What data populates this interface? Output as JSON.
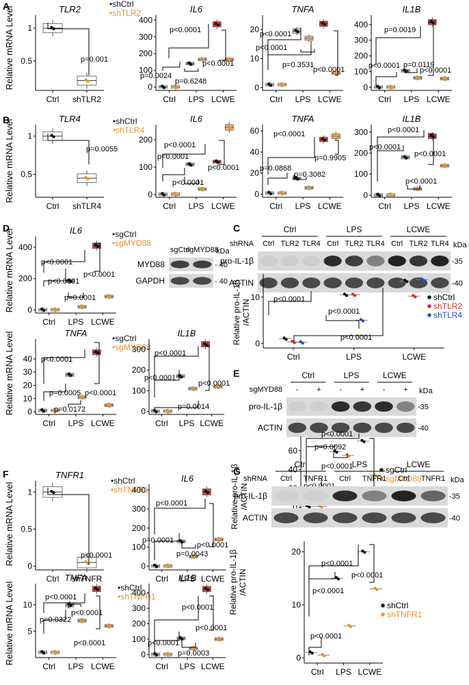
{
  "colors": {
    "ctrl": "#111111",
    "sh": "#e8942a",
    "red": "#e02b2b",
    "blue": "#2b4fc0",
    "box_lps": "#a7d1e4",
    "box_lcwe": "#d93a2f",
    "box_kd": "#ffffff",
    "box_grey": "#8a8a8a",
    "box_orange": "#f3b27a"
  },
  "panels": {
    "A": "A",
    "B": "B",
    "C": "C",
    "D": "D",
    "E": "E",
    "F": "F",
    "G": "G"
  },
  "y_label_mrna": "Relative mRNA Level",
  "y_label_wb": "Relative pro-IL-1β\n/ACTIN",
  "chart_data": [
    {
      "id": "A-TLR2",
      "type": "box",
      "title": "TLR2",
      "categories": [
        "Ctrl",
        "shTLR2"
      ],
      "ylim": [
        0.05,
        1.2
      ],
      "yticks": [
        0.5,
        1.0
      ],
      "series": [
        {
          "name": "shCtrl",
          "values": [
            1.0,
            null
          ]
        },
        {
          "name": "shTLR2",
          "values": [
            null,
            0.2
          ]
        }
      ],
      "annotations": [
        "p=0.001"
      ]
    },
    {
      "id": "A-IL6",
      "type": "box",
      "title": "IL6",
      "categories": [
        "Ctrl",
        "LPS",
        "LCWE"
      ],
      "ylim": [
        -20,
        430
      ],
      "yticks": [
        0,
        100,
        200,
        300,
        400
      ],
      "legend": [
        "•shCtrl",
        "•shTLR2"
      ],
      "series": [
        {
          "name": "shCtrl",
          "values": [
            1,
            140,
            375
          ]
        },
        {
          "name": "shTLR2",
          "values": [
            1,
            165,
            165
          ]
        }
      ],
      "annotations": [
        "p<0.0001",
        "p=0.0024",
        "p<0.0001",
        "p=0.6248"
      ]
    },
    {
      "id": "A-TNFA",
      "type": "box",
      "title": "TNFA",
      "categories": [
        "Ctrl",
        "LPS",
        "LCWE"
      ],
      "ylim": [
        -1,
        25
      ],
      "yticks": [
        0,
        10,
        20
      ],
      "series": [
        {
          "name": "shCtrl",
          "values": [
            1,
            19.5,
            22
          ]
        },
        {
          "name": "shTLR2",
          "values": [
            1,
            17,
            5
          ]
        }
      ],
      "annotations": [
        "p<0.0001",
        "p<0.0001",
        "p=0.3531",
        "p<0.0001"
      ]
    },
    {
      "id": "A-IL1B",
      "type": "box",
      "title": "IL1B",
      "categories": [
        "Ctrl",
        "LPS",
        "LCWE"
      ],
      "ylim": [
        -20,
        460
      ],
      "yticks": [
        0,
        100,
        200,
        300,
        400
      ],
      "series": [
        {
          "name": "shCtrl",
          "values": [
            1,
            105,
            415
          ]
        },
        {
          "name": "shTLR2",
          "values": [
            1,
            60,
            55
          ]
        }
      ],
      "annotations": [
        "p=0.0019",
        "p<0.0001",
        "p=0.0119",
        "p<0.0001"
      ]
    },
    {
      "id": "B-TLR4",
      "type": "box",
      "title": "TLR4",
      "categories": [
        "Ctrl",
        "shTLR4"
      ],
      "ylim": [
        0.2,
        1.15
      ],
      "yticks": [
        0.5,
        1.0
      ],
      "series": [
        {
          "name": "shCtrl",
          "values": [
            1.0,
            null
          ]
        },
        {
          "name": "shTLR4",
          "values": [
            null,
            0.45
          ]
        }
      ],
      "annotations": [
        "p=0.0055"
      ]
    },
    {
      "id": "B-IL6",
      "type": "box",
      "title": "IL6",
      "categories": [
        "Ctrl",
        "LPS",
        "LCWE"
      ],
      "ylim": [
        -10,
        255
      ],
      "yticks": [
        0,
        100,
        200
      ],
      "legend": [
        "•shCtrl",
        "•shTLR4"
      ],
      "series": [
        {
          "name": "shCtrl",
          "values": [
            1,
            110,
            120
          ]
        },
        {
          "name": "shTLR4",
          "values": [
            1,
            20,
            245
          ]
        }
      ],
      "annotations": [
        "p<0.0001",
        "p<0.0001",
        "p<0.0001",
        "p<0.0001"
      ]
    },
    {
      "id": "B-TNFA",
      "type": "box",
      "title": "TNFA",
      "categories": [
        "Ctrl",
        "LPS",
        "LCWE"
      ],
      "ylim": [
        -3,
        66
      ],
      "yticks": [
        0,
        20,
        40,
        60
      ],
      "series": [
        {
          "name": "shCtrl",
          "values": [
            1,
            15,
            52
          ]
        },
        {
          "name": "shTLR4",
          "values": [
            1,
            6,
            55
          ]
        }
      ],
      "annotations": [
        "p<0.0001",
        "p=0.9905",
        "p=0.0868",
        "p=0.3082"
      ]
    },
    {
      "id": "B-IL1B",
      "type": "box",
      "title": "IL1B",
      "categories": [
        "Ctrl",
        "LPS",
        "LCWE"
      ],
      "ylim": [
        -10,
        335
      ],
      "yticks": [
        0,
        100,
        200,
        300
      ],
      "series": [
        {
          "name": "shCtrl",
          "values": [
            1,
            180,
            280
          ]
        },
        {
          "name": "shTLR4",
          "values": [
            1,
            30,
            140
          ]
        }
      ],
      "annotations": [
        "p<0.0001",
        "p<0.0001",
        "p<0.0001",
        "p<0.0001"
      ]
    },
    {
      "id": "D-IL6",
      "type": "box",
      "title": "IL6",
      "categories": [
        "Ctrl",
        "LPS",
        "LCWE"
      ],
      "ylim": [
        -20,
        470
      ],
      "yticks": [
        0,
        200,
        400
      ],
      "legend": [
        "•sgCtrl",
        "•sgMYD88"
      ],
      "series": [
        {
          "name": "sgCtrl",
          "values": [
            1,
            185,
            410
          ]
        },
        {
          "name": "sgMYD88",
          "values": [
            1,
            20,
            85
          ]
        }
      ],
      "annotations": [
        "p<0.0001",
        "p<0.0001",
        "p<0.0001",
        "p=0.0001"
      ]
    },
    {
      "id": "D-TNFA",
      "type": "box",
      "title": "TNFA",
      "categories": [
        "Ctrl",
        "LPS",
        "LCWE"
      ],
      "ylim": [
        -2,
        55
      ],
      "yticks": [
        0,
        10,
        20,
        30,
        40
      ],
      "legend": [
        "•sgCtrl",
        "•sgMYD88"
      ],
      "series": [
        {
          "name": "sgCtrl",
          "values": [
            1,
            28,
            45
          ]
        },
        {
          "name": "sgMYD88",
          "values": [
            1,
            11,
            5
          ]
        }
      ],
      "annotations": [
        "p<0.0001",
        "p=0.0005",
        "p=0.0172",
        "p<0.0001"
      ]
    },
    {
      "id": "D-IL1B",
      "type": "box",
      "title": "IL1B",
      "categories": [
        "Ctrl",
        "LPS",
        "LCWE"
      ],
      "ylim": [
        -15,
        350
      ],
      "yticks": [
        0,
        100,
        200,
        300
      ],
      "series": [
        {
          "name": "sgCtrl",
          "values": [
            1,
            170,
            325
          ]
        },
        {
          "name": "sgMYD88",
          "values": [
            1,
            110,
            120
          ]
        }
      ],
      "annotations": [
        "p<0.0001",
        "p<0.0001",
        "p<0.0001",
        "p=0.0014"
      ]
    },
    {
      "id": "C-quant",
      "type": "scatter",
      "categories": [
        "Ctrl",
        "LPS",
        "LCWE"
      ],
      "ylim": [
        -1,
        15
      ],
      "yticks": [
        0,
        10
      ],
      "legend": [
        "shCtrl",
        "shTLR2",
        "shTLR4"
      ],
      "series": [
        {
          "name": "shCtrl",
          "values": [
            1,
            10.5,
            13.5
          ]
        },
        {
          "name": "shTLR2",
          "values": [
            0.3,
            10.5,
            10.2
          ]
        },
        {
          "name": "shTLR4",
          "values": [
            0.2,
            5,
            13.8
          ]
        }
      ],
      "annotations": [
        "p<0.0001",
        "p<0.0001",
        "p<0.0001"
      ]
    },
    {
      "id": "E-quant",
      "type": "scatter",
      "categories": [
        "Ctrl",
        "LPS",
        "LCWE"
      ],
      "ylim": [
        -3,
        75
      ],
      "yticks": [
        0,
        20,
        40,
        60
      ],
      "legend": [
        "sgCtrl",
        "sgMYD88"
      ],
      "series": [
        {
          "name": "sgCtrl",
          "values": [
            1,
            59,
            70
          ]
        },
        {
          "name": "sgMYD88",
          "values": [
            1,
            55,
            34
          ]
        }
      ],
      "annotations": [
        "p<0.0001",
        "p=0.0092",
        "p<0.0001",
        "p<0.0001"
      ]
    },
    {
      "id": "F-TNFR1",
      "type": "box",
      "title": "TNFR1",
      "categories": [
        "Ctrl",
        "shTNFR"
      ],
      "ylim": [
        -0.05,
        1.15
      ],
      "yticks": [
        0.0,
        0.5,
        1.0
      ],
      "legend": [
        "•shCtrl",
        "•shTNFR1"
      ],
      "series": [
        {
          "name": "shCtrl",
          "values": [
            1.0,
            null
          ]
        },
        {
          "name": "shTNFR1",
          "values": [
            null,
            0.05
          ]
        }
      ],
      "annotations": [
        "p<0.0001"
      ]
    },
    {
      "id": "F-IL6",
      "type": "box",
      "title": "IL6",
      "categories": [
        "Ctrl",
        "LPS",
        "LCWE"
      ],
      "ylim": [
        -20,
        430
      ],
      "yticks": [
        0,
        100,
        200,
        300,
        400
      ],
      "series": [
        {
          "name": "shCtrl",
          "values": [
            1,
            130,
            390
          ]
        },
        {
          "name": "shTNFR1",
          "values": [
            1,
            50,
            140
          ]
        }
      ],
      "annotations": [
        "p<0.0001",
        "p=0.0001",
        "p=0.0043",
        "p<0.0001"
      ]
    },
    {
      "id": "F-TNFA",
      "type": "box",
      "title": "TNFA",
      "categories": [
        "Ctrl",
        "LPS",
        "LCWE"
      ],
      "ylim": [
        0,
        14
      ],
      "yticks": [
        5,
        10
      ],
      "legend": [
        "•shCtrl",
        "•shTNFR1"
      ],
      "series": [
        {
          "name": "shCtrl",
          "values": [
            1,
            10,
            13
          ]
        },
        {
          "name": "shTNFR1",
          "values": [
            1,
            7,
            6
          ]
        }
      ],
      "annotations": [
        "p<0.0001",
        "p=0.0322",
        "p<0.0001",
        "p<0.0001"
      ]
    },
    {
      "id": "F-IL1B",
      "type": "box",
      "title": "IL1B",
      "categories": [
        "Ctrl",
        "LPS",
        "LCWE"
      ],
      "ylim": [
        -20,
        460
      ],
      "yticks": [
        0,
        100,
        200,
        300,
        400
      ],
      "series": [
        {
          "name": "shCtrl",
          "values": [
            1,
            105,
            425
          ]
        },
        {
          "name": "shTNFR1",
          "values": [
            1,
            40,
            100
          ]
        }
      ],
      "annotations": [
        "p<0.0001",
        "p<0.0001",
        "p=0.0003",
        "p<0.0001"
      ]
    },
    {
      "id": "G-quant",
      "type": "scatter",
      "categories": [
        "Ctrl",
        "LPS",
        "LCWE"
      ],
      "ylim": [
        -1,
        22
      ],
      "yticks": [
        0,
        10,
        20
      ],
      "legend": [
        "shCtrl",
        "shTNFR1"
      ],
      "series": [
        {
          "name": "shCtrl",
          "values": [
            1,
            15,
            20
          ]
        },
        {
          "name": "shTNFR1",
          "values": [
            0.5,
            6,
            13
          ]
        }
      ],
      "annotations": [
        "p<0.0001",
        "p<0.0001",
        "p<0.0001",
        "p<0.0001"
      ]
    }
  ],
  "blot_C": {
    "groups": [
      "Ctrl",
      "LPS",
      "LCWE"
    ],
    "row_title": "shRNA",
    "lanes": [
      "Ctrl",
      "TLR2",
      "TLR4",
      "Ctrl",
      "TLR2",
      "TLR4",
      "Ctrl",
      "TLR2",
      "TLR4"
    ],
    "rows": [
      "pro-IL-1β",
      "ACTIN"
    ],
    "kda": [
      "kDa",
      "-35",
      "-40"
    ],
    "intensity": [
      0.05,
      0.05,
      0.05,
      0.9,
      0.8,
      0.45,
      0.95,
      0.85,
      0.95
    ]
  },
  "blot_D": {
    "lanes": [
      "sgCtrl",
      "sgMYD88"
    ],
    "rows": [
      "MYD88",
      "GAPDH"
    ],
    "kda": [
      "kDa",
      "- 40",
      "- 40"
    ]
  },
  "blot_E": {
    "groups": [
      "Ctrl",
      "LPS",
      "LCWE"
    ],
    "row_title": "sgMYD88",
    "lanes": [
      "-",
      "+",
      "-",
      "+",
      "-",
      "+"
    ],
    "rows": [
      "pro-IL-1β",
      "ACTIN"
    ],
    "kda": [
      "kDa",
      "-35",
      "-40"
    ],
    "intensity": [
      0.05,
      0.05,
      0.9,
      0.85,
      0.9,
      0.45
    ]
  },
  "blot_G": {
    "groups": [
      "Ctrl",
      "LPS",
      "LCWE"
    ],
    "row_title": "shRNA",
    "lanes": [
      "Ctrl",
      "TNFR1",
      "Ctrl",
      "TNFR1",
      "Ctrl",
      "TNFR1"
    ],
    "rows": [
      "pro-IL-1β",
      "ACTIN"
    ],
    "kda": [
      "kDa",
      "-35",
      "-40"
    ],
    "intensity": [
      0.03,
      0.03,
      0.9,
      0.45,
      0.95,
      0.6
    ]
  }
}
